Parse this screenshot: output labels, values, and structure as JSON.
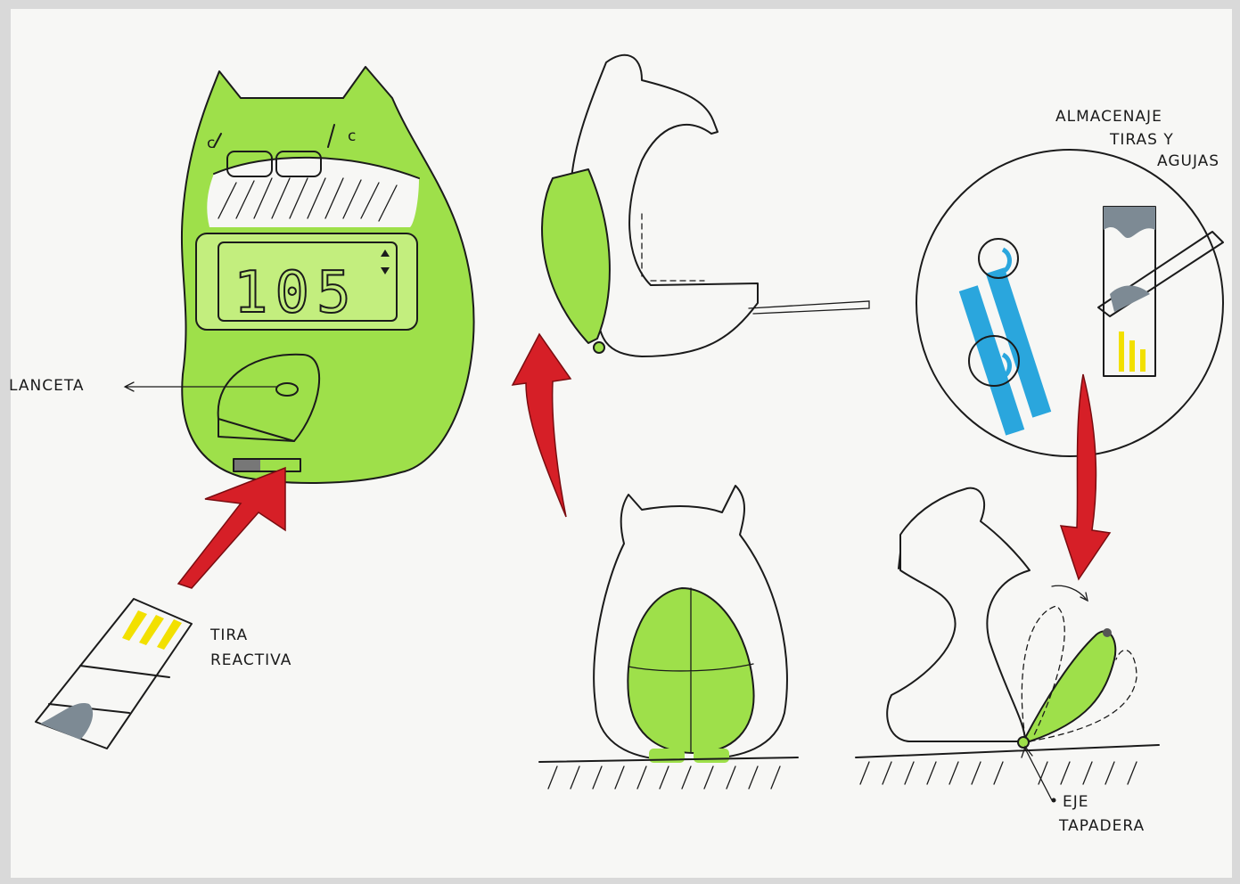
{
  "colors": {
    "paper": "#f7f7f5",
    "green": "#9ee04a",
    "red": "#d61f27",
    "blue": "#2aa6dd",
    "yellow": "#f2e000",
    "gray": "#7d8a94"
  },
  "display": {
    "reading": "105"
  },
  "labels": {
    "lanceta": "LANCETA",
    "tira_line1": "TIRA",
    "tira_line2": "REACTIVA",
    "alm_line1": "ALMACENAJE",
    "alm_line2": "TIRAS Y",
    "alm_line3": "AGUJAS",
    "eje_line1": "EJE",
    "eje_line2": "TAPADERA"
  }
}
